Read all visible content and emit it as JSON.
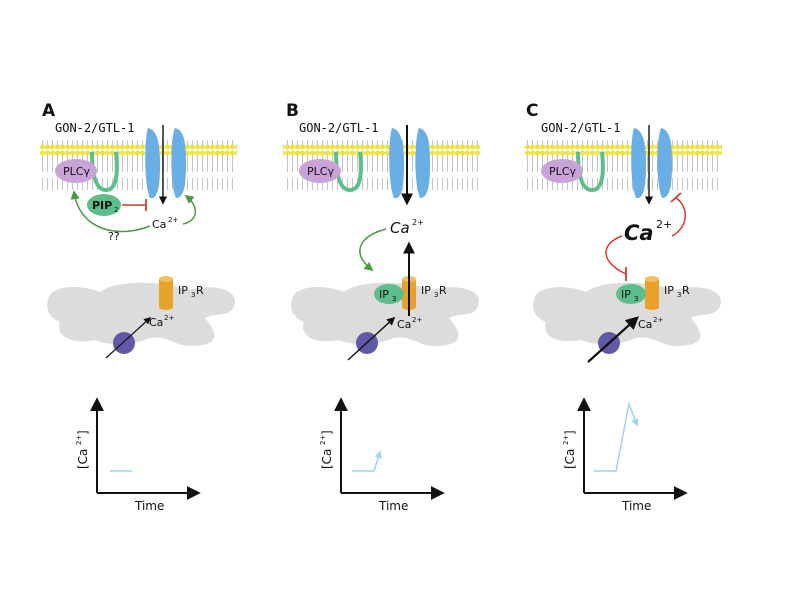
{
  "panels": [
    {
      "letter": "A",
      "channel_label": "GON-2/GTL-1",
      "plc_label": "PLCγ",
      "pip_label": "PIP",
      "pip_sub": "2",
      "ca_small": "Ca",
      "ca_small_sup": "2+",
      "question": "??",
      "ip3r_label": "IP",
      "ip3r_sub": "3",
      "ip3r_tail": "R",
      "er_ca": "Ca",
      "er_ca_sup": "2+",
      "y_label": "[Ca",
      "y_label_sup": "2+",
      "y_label_end": "]",
      "x_label": "Time"
    },
    {
      "letter": "B",
      "channel_label": "GON-2/GTL-1",
      "plc_label": "PLCγ",
      "ca_med": "Ca",
      "ca_med_sup": "2+",
      "ip3_label": "IP",
      "ip3_sub": "3",
      "ip3r_label": "IP",
      "ip3r_sub": "3",
      "ip3r_tail": "R",
      "er_ca": "Ca",
      "er_ca_sup": "2+",
      "y_label": "[Ca",
      "y_label_sup": "2+",
      "y_label_end": "]",
      "x_label": "Time"
    },
    {
      "letter": "C",
      "channel_label": "GON-2/GTL-1",
      "plc_label": "PLCγ",
      "ca_big": "Ca",
      "ca_big_sup": "2+",
      "ip3_label": "IP",
      "ip3_sub": "3",
      "ip3r_label": "IP",
      "ip3r_sub": "3",
      "ip3r_tail": "R",
      "er_ca": "Ca",
      "er_ca_sup": "2+",
      "y_label": "[Ca",
      "y_label_sup": "2+",
      "y_label_end": "]",
      "x_label": "Time"
    }
  ],
  "colors": {
    "channel": "#6aaee6",
    "plc": "#c9a3d8",
    "pip": "#5cbf8b",
    "ip3r": "#e8a22a",
    "er": "#dcdcdc",
    "trace": "#9dd3f0",
    "activate": "#4a9a3e",
    "inhibit": "#d23b2b",
    "vesicle": "#5f59a8",
    "lipid_head": "#f1ea2c"
  },
  "icons": [
    "membrane-bilayer",
    "channel-pore",
    "plc-enzyme",
    "ip3-receptor",
    "er-membrane",
    "vesicle",
    "activation-arrow",
    "inhibition-bar"
  ]
}
